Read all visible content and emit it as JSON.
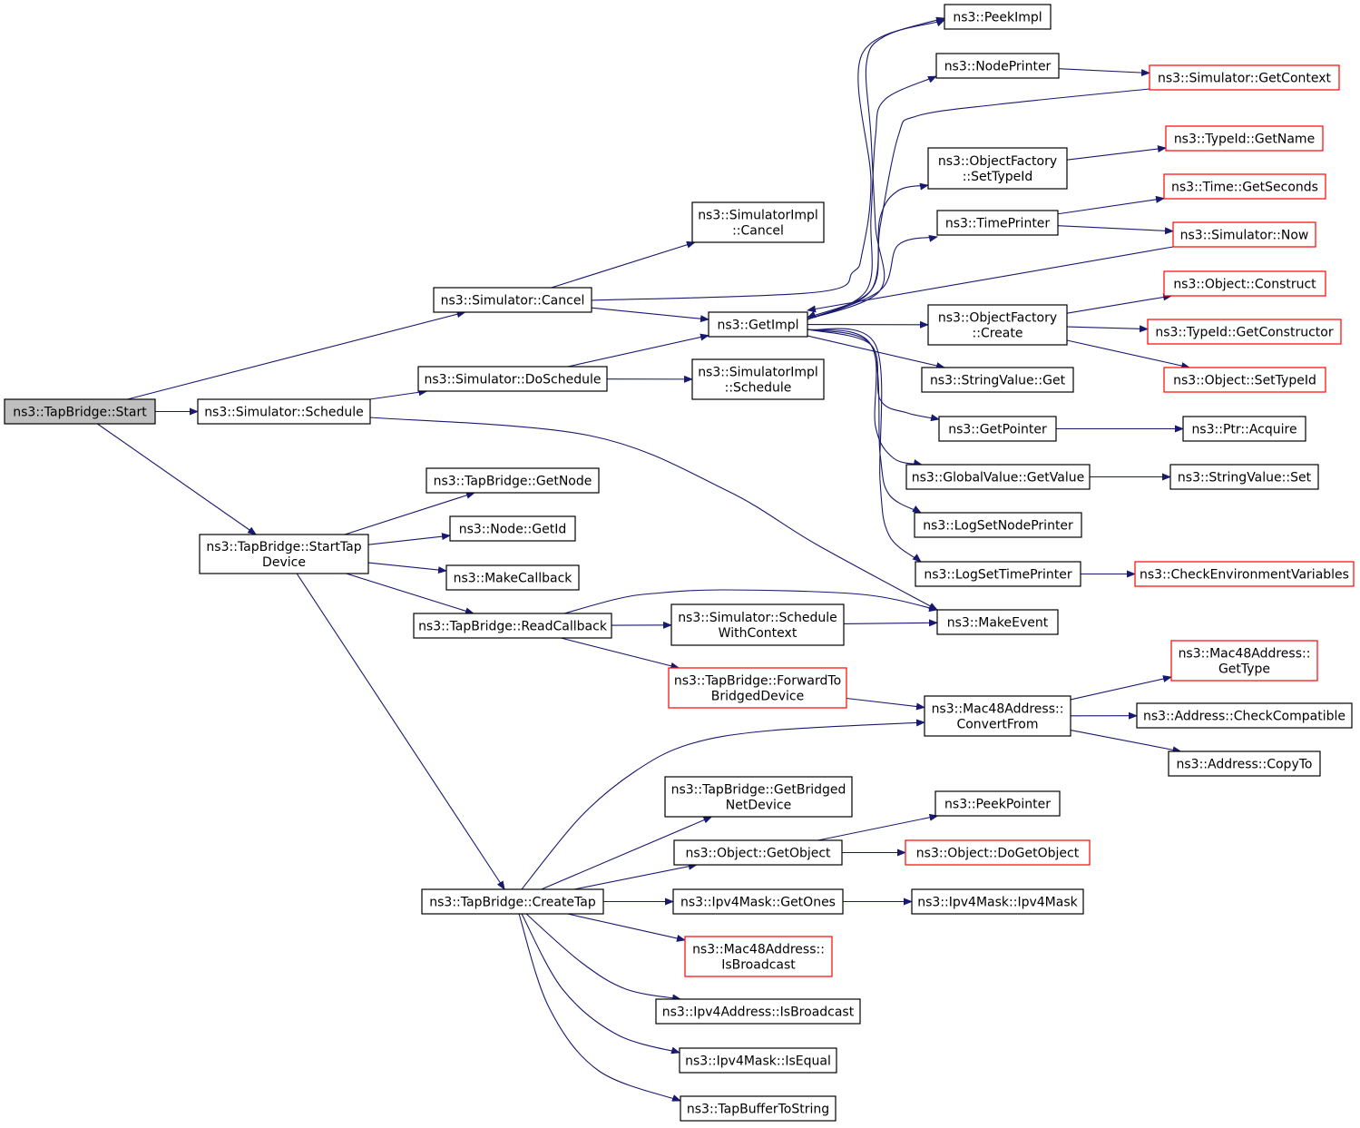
{
  "graph": {
    "edge_color": "#191970",
    "node_border_default": "#000000",
    "node_border_undocumented": "#ff0000",
    "root_fill": "#bfbfbf",
    "nodes": [
      {
        "id": "n_start",
        "lines": [
          "ns3::TapBridge::Start"
        ],
        "style": "root"
      },
      {
        "id": "n_schedule",
        "lines": [
          "ns3::Simulator::Schedule"
        ],
        "style": "black"
      },
      {
        "id": "n_cancel",
        "lines": [
          "ns3::Simulator::Cancel"
        ],
        "style": "black"
      },
      {
        "id": "n_starttap",
        "lines": [
          "ns3::TapBridge::StartTap",
          "Device"
        ],
        "style": "black"
      },
      {
        "id": "n_doschedule",
        "lines": [
          "ns3::Simulator::DoSchedule"
        ],
        "style": "black"
      },
      {
        "id": "n_simimplcancel",
        "lines": [
          "ns3::SimulatorImpl",
          "::Cancel"
        ],
        "style": "black"
      },
      {
        "id": "n_simimplschedule",
        "lines": [
          "ns3::SimulatorImpl",
          "::Schedule"
        ],
        "style": "black"
      },
      {
        "id": "n_getimpl",
        "lines": [
          "ns3::GetImpl"
        ],
        "style": "black"
      },
      {
        "id": "n_peekimpl",
        "lines": [
          "ns3::PeekImpl"
        ],
        "style": "black"
      },
      {
        "id": "n_nodeprinter",
        "lines": [
          "ns3::NodePrinter"
        ],
        "style": "black"
      },
      {
        "id": "n_getcontext",
        "lines": [
          "ns3::Simulator::GetContext"
        ],
        "style": "red"
      },
      {
        "id": "n_ofsettypeid",
        "lines": [
          "ns3::ObjectFactory",
          "::SetTypeId"
        ],
        "style": "black"
      },
      {
        "id": "n_typeidgetname",
        "lines": [
          "ns3::TypeId::GetName"
        ],
        "style": "red"
      },
      {
        "id": "n_timeprinter",
        "lines": [
          "ns3::TimePrinter"
        ],
        "style": "black"
      },
      {
        "id": "n_getseconds",
        "lines": [
          "ns3::Time::GetSeconds"
        ],
        "style": "red"
      },
      {
        "id": "n_simnow",
        "lines": [
          "ns3::Simulator::Now"
        ],
        "style": "red"
      },
      {
        "id": "n_ofcreate",
        "lines": [
          "ns3::ObjectFactory",
          "::Create"
        ],
        "style": "black"
      },
      {
        "id": "n_objconstruct",
        "lines": [
          "ns3::Object::Construct"
        ],
        "style": "red"
      },
      {
        "id": "n_getconstructor",
        "lines": [
          "ns3::TypeId::GetConstructor"
        ],
        "style": "red"
      },
      {
        "id": "n_objsettypeid",
        "lines": [
          "ns3::Object::SetTypeId"
        ],
        "style": "red"
      },
      {
        "id": "n_stringvalueget",
        "lines": [
          "ns3::StringValue::Get"
        ],
        "style": "black"
      },
      {
        "id": "n_getpointer",
        "lines": [
          "ns3::GetPointer"
        ],
        "style": "black"
      },
      {
        "id": "n_ptracquire",
        "lines": [
          "ns3::Ptr::Acquire"
        ],
        "style": "black"
      },
      {
        "id": "n_gvgetvalue",
        "lines": [
          "ns3::GlobalValue::GetValue"
        ],
        "style": "black"
      },
      {
        "id": "n_stringvalueset",
        "lines": [
          "ns3::StringValue::Set"
        ],
        "style": "black"
      },
      {
        "id": "n_logsetnodeprinter",
        "lines": [
          "ns3::LogSetNodePrinter"
        ],
        "style": "black"
      },
      {
        "id": "n_logsettimeprinter",
        "lines": [
          "ns3::LogSetTimePrinter"
        ],
        "style": "black"
      },
      {
        "id": "n_checkenv",
        "lines": [
          "ns3::CheckEnvironmentVariables"
        ],
        "style": "red"
      },
      {
        "id": "n_makeevent",
        "lines": [
          "ns3::MakeEvent"
        ],
        "style": "black"
      },
      {
        "id": "n_getnode",
        "lines": [
          "ns3::TapBridge::GetNode"
        ],
        "style": "black"
      },
      {
        "id": "n_nodegetid",
        "lines": [
          "ns3::Node::GetId"
        ],
        "style": "black"
      },
      {
        "id": "n_makecallback",
        "lines": [
          "ns3::MakeCallback"
        ],
        "style": "black"
      },
      {
        "id": "n_readcallback",
        "lines": [
          "ns3::TapBridge::ReadCallback"
        ],
        "style": "black"
      },
      {
        "id": "n_schedwithctx",
        "lines": [
          "ns3::Simulator::Schedule",
          "WithContext"
        ],
        "style": "black"
      },
      {
        "id": "n_forwardto",
        "lines": [
          "ns3::TapBridge::ForwardTo",
          "BridgedDevice"
        ],
        "style": "red"
      },
      {
        "id": "n_convertfrom",
        "lines": [
          "ns3::Mac48Address::",
          "ConvertFrom"
        ],
        "style": "black"
      },
      {
        "id": "n_mac48gettype",
        "lines": [
          "ns3::Mac48Address::",
          "GetType"
        ],
        "style": "red"
      },
      {
        "id": "n_checkcompat",
        "lines": [
          "ns3::Address::CheckCompatible"
        ],
        "style": "black"
      },
      {
        "id": "n_copyto",
        "lines": [
          "ns3::Address::CopyTo"
        ],
        "style": "black"
      },
      {
        "id": "n_createtap",
        "lines": [
          "ns3::TapBridge::CreateTap"
        ],
        "style": "black"
      },
      {
        "id": "n_getbridged",
        "lines": [
          "ns3::TapBridge::GetBridged",
          "NetDevice"
        ],
        "style": "black"
      },
      {
        "id": "n_peekpointer",
        "lines": [
          "ns3::PeekPointer"
        ],
        "style": "black"
      },
      {
        "id": "n_getobject",
        "lines": [
          "ns3::Object::GetObject"
        ],
        "style": "black"
      },
      {
        "id": "n_dogetobject",
        "lines": [
          "ns3::Object::DoGetObject"
        ],
        "style": "red"
      },
      {
        "id": "n_getones",
        "lines": [
          "ns3::Ipv4Mask::GetOnes"
        ],
        "style": "black"
      },
      {
        "id": "n_ipv4mask",
        "lines": [
          "ns3::Ipv4Mask::Ipv4Mask"
        ],
        "style": "black"
      },
      {
        "id": "n_mac48isbroadcast",
        "lines": [
          "ns3::Mac48Address::",
          "IsBroadcast"
        ],
        "style": "red"
      },
      {
        "id": "n_ipv4isbroadcast",
        "lines": [
          "ns3::Ipv4Address::IsBroadcast"
        ],
        "style": "black"
      },
      {
        "id": "n_isequal",
        "lines": [
          "ns3::Ipv4Mask::IsEqual"
        ],
        "style": "black"
      },
      {
        "id": "n_tapbuffertostring",
        "lines": [
          "ns3::TapBufferToString"
        ],
        "style": "black"
      }
    ],
    "edges": [
      [
        "n_start",
        "n_cancel"
      ],
      [
        "n_start",
        "n_schedule"
      ],
      [
        "n_start",
        "n_starttap"
      ],
      [
        "n_cancel",
        "n_simimplcancel"
      ],
      [
        "n_cancel",
        "n_getimpl"
      ],
      [
        "n_cancel",
        "n_peekimpl"
      ],
      [
        "n_schedule",
        "n_doschedule"
      ],
      [
        "n_schedule",
        "n_makeevent"
      ],
      [
        "n_doschedule",
        "n_getimpl"
      ],
      [
        "n_doschedule",
        "n_simimplschedule"
      ],
      [
        "n_getimpl",
        "n_peekimpl"
      ],
      [
        "n_getimpl",
        "n_nodeprinter"
      ],
      [
        "n_getimpl",
        "n_ofsettypeid"
      ],
      [
        "n_getimpl",
        "n_timeprinter"
      ],
      [
        "n_getimpl",
        "n_ofcreate"
      ],
      [
        "n_getimpl",
        "n_stringvalueget"
      ],
      [
        "n_getimpl",
        "n_getpointer"
      ],
      [
        "n_getimpl",
        "n_gvgetvalue"
      ],
      [
        "n_getimpl",
        "n_logsetnodeprinter"
      ],
      [
        "n_getimpl",
        "n_logsettimeprinter"
      ],
      [
        "n_getcontext",
        "n_getimpl"
      ],
      [
        "n_simnow",
        "n_getimpl"
      ],
      [
        "n_nodeprinter",
        "n_getcontext"
      ],
      [
        "n_ofsettypeid",
        "n_typeidgetname"
      ],
      [
        "n_timeprinter",
        "n_getseconds"
      ],
      [
        "n_timeprinter",
        "n_simnow"
      ],
      [
        "n_ofcreate",
        "n_objconstruct"
      ],
      [
        "n_ofcreate",
        "n_getconstructor"
      ],
      [
        "n_ofcreate",
        "n_objsettypeid"
      ],
      [
        "n_getpointer",
        "n_ptracquire"
      ],
      [
        "n_gvgetvalue",
        "n_stringvalueset"
      ],
      [
        "n_logsettimeprinter",
        "n_checkenv"
      ],
      [
        "n_starttap",
        "n_getnode"
      ],
      [
        "n_starttap",
        "n_nodegetid"
      ],
      [
        "n_starttap",
        "n_makecallback"
      ],
      [
        "n_starttap",
        "n_readcallback"
      ],
      [
        "n_starttap",
        "n_createtap"
      ],
      [
        "n_readcallback",
        "n_makeevent"
      ],
      [
        "n_readcallback",
        "n_schedwithctx"
      ],
      [
        "n_readcallback",
        "n_forwardto"
      ],
      [
        "n_schedwithctx",
        "n_makeevent"
      ],
      [
        "n_forwardto",
        "n_convertfrom"
      ],
      [
        "n_convertfrom",
        "n_mac48gettype"
      ],
      [
        "n_convertfrom",
        "n_checkcompat"
      ],
      [
        "n_convertfrom",
        "n_copyto"
      ],
      [
        "n_createtap",
        "n_convertfrom"
      ],
      [
        "n_createtap",
        "n_getbridged"
      ],
      [
        "n_createtap",
        "n_getobject"
      ],
      [
        "n_createtap",
        "n_getones"
      ],
      [
        "n_createtap",
        "n_mac48isbroadcast"
      ],
      [
        "n_createtap",
        "n_ipv4isbroadcast"
      ],
      [
        "n_createtap",
        "n_isequal"
      ],
      [
        "n_createtap",
        "n_tapbuffertostring"
      ],
      [
        "n_getobject",
        "n_peekpointer"
      ],
      [
        "n_getobject",
        "n_dogetobject"
      ],
      [
        "n_getones",
        "n_ipv4mask"
      ]
    ]
  }
}
